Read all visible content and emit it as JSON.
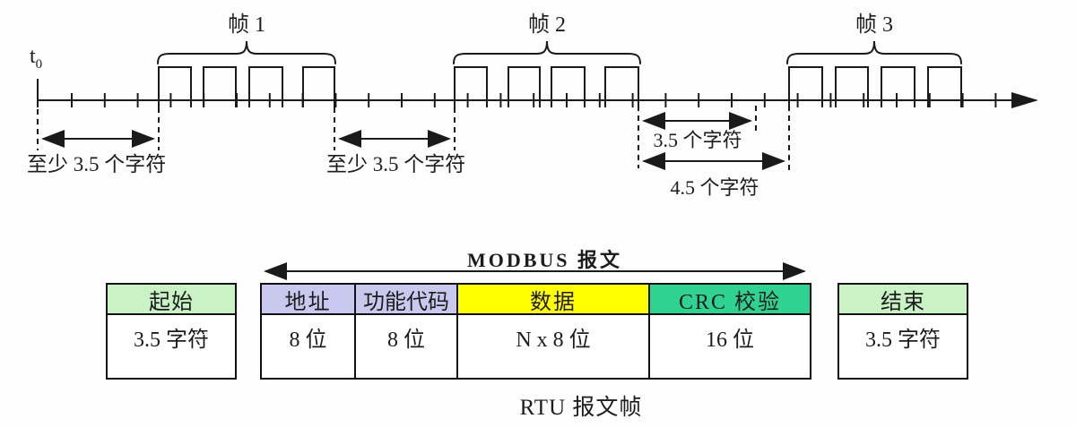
{
  "timeline": {
    "t0": {
      "base": "t",
      "sub": "0"
    },
    "frame_labels": [
      "帧 1",
      "帧 2",
      "帧 3"
    ],
    "interval_labels": {
      "min35_a": "至少 3.5 个字符",
      "min35_b": "至少 3.5 个字符",
      "chars35": "3.5 个字符",
      "chars45": "4.5 个字符"
    }
  },
  "frame_table": {
    "title": "MODBUS 报文",
    "caption": "RTU 报文帧",
    "blocks": {
      "start": {
        "header": "起始",
        "value": "3.5 字符",
        "header_color": "#c9f2c5"
      },
      "address": {
        "header": "地址",
        "value": "8 位",
        "header_color": "#c9c9ef"
      },
      "function": {
        "header": "功能代码",
        "value": "8 位",
        "header_color": "#c9c9ef"
      },
      "data": {
        "header": "数据",
        "value": "N x 8 位",
        "header_color": "#ffff00"
      },
      "crc": {
        "header": "CRC 校验",
        "value": "16 位",
        "header_color": "#2ed392"
      },
      "end": {
        "header": "结束",
        "value": "3.5 字符",
        "header_color": "#c9f2c5"
      }
    }
  },
  "colors": {
    "line": "#1a1a1a",
    "start_end_header": "#c9f2c5",
    "address_header": "#c9c9ef",
    "data_header": "#ffff00",
    "crc_header": "#2ed392"
  }
}
